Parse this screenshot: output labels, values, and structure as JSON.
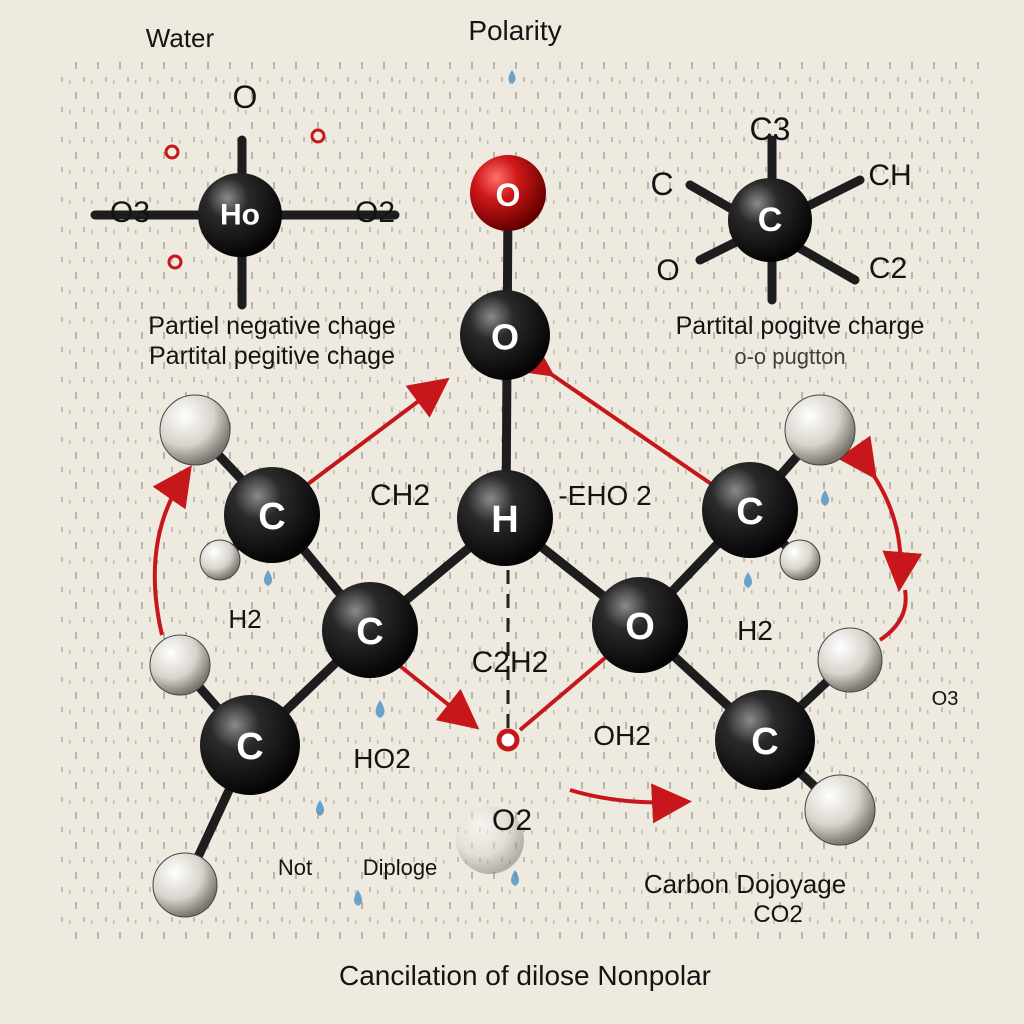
{
  "title_water": "Water",
  "title_polarity": "Polarity",
  "water_molecule": {
    "top": "O",
    "left": "O3",
    "right": "O2",
    "center": "Ho"
  },
  "right_molecule": {
    "top": "C3",
    "left": "C",
    "center": "C",
    "right_top": "CH",
    "left_bottom": "O",
    "right_bottom": "C2"
  },
  "left_notes": [
    "Partiel negative chage",
    "Partital pegitive chage"
  ],
  "right_notes": [
    "Partital pogitve charge",
    "o-o pugtton"
  ],
  "central": {
    "top_oxygen": "O",
    "middle_oxygen": "O",
    "hydrogen": "H"
  },
  "atoms": {
    "left_upper": "C",
    "left_middle": "C",
    "left_lower": "C",
    "right_middle": "O",
    "right_upper": "C",
    "right_lower": "C"
  },
  "labels": {
    "ch2": "CH2",
    "eho2": "-EHO 2",
    "h2_left": "H2",
    "c2h2": "C2H2",
    "h2_right": "H2",
    "ho2": "HO2",
    "oh2": "OH2",
    "o2": "O2",
    "o3": "O3"
  },
  "bottom_left": [
    "Not",
    "Diploge"
  ],
  "bottom_right": [
    "Carbon Dojoyage",
    "CO2"
  ],
  "caption": "Cancilation of dilose Nonpolar",
  "colors": {
    "arrow": "#c8171a",
    "oxygen_red": "#c8171a",
    "atom_dark": "#1a1a1a",
    "background": "#eeeae0",
    "droplet": "#4a90c0"
  }
}
